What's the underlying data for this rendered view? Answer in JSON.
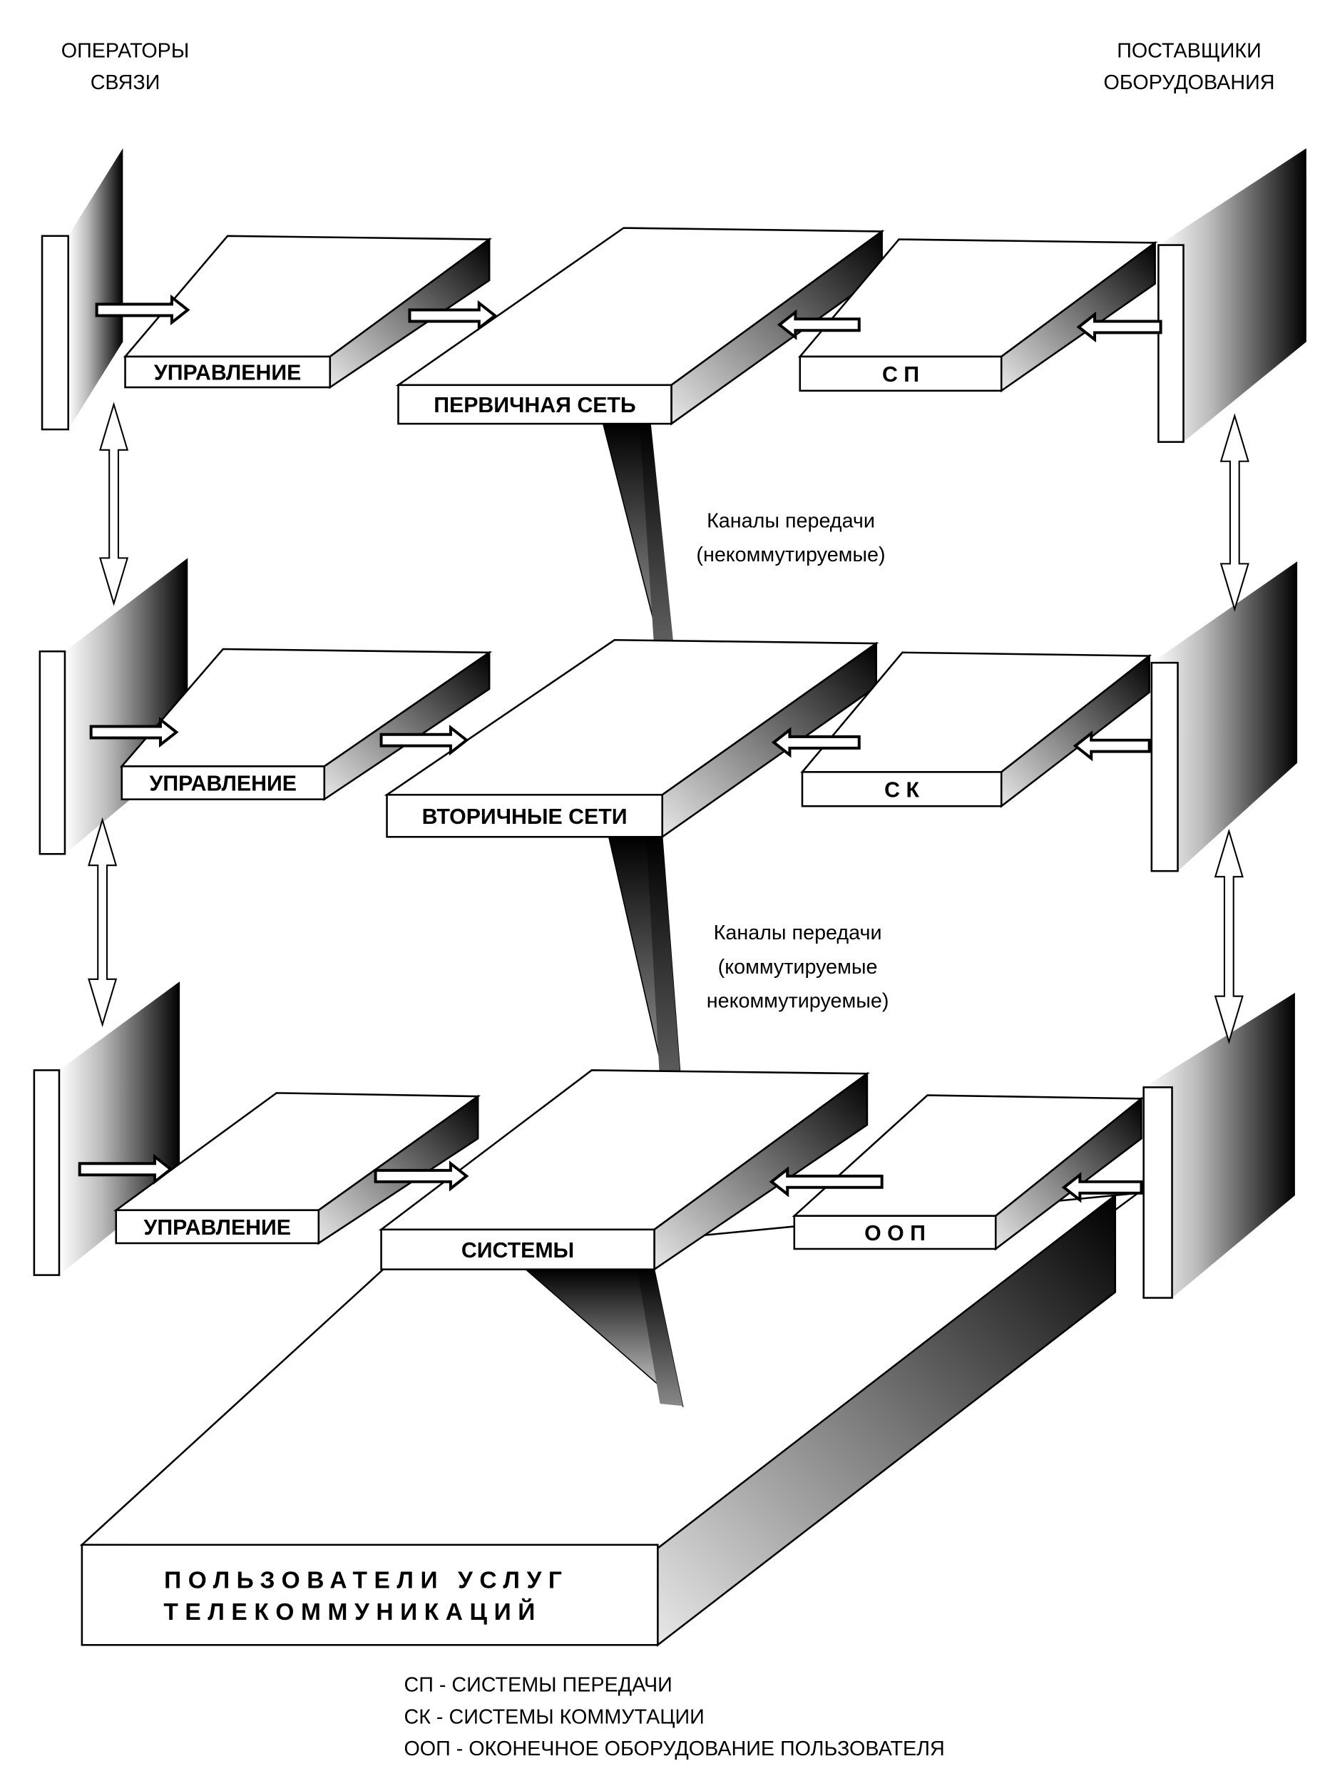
{
  "headers": {
    "left": [
      "ОПЕРАТОРЫ",
      "СВЯЗИ"
    ],
    "right": [
      "ПОСТАВЩИКИ",
      "ОБОРУДОВАНИЯ"
    ]
  },
  "levels": [
    {
      "left": "УПРАВЛЕНИЕ",
      "center": "ПЕРВИЧНАЯ СЕТЬ",
      "right": "С П"
    },
    {
      "left": "УПРАВЛЕНИЕ",
      "center": "ВТОРИЧНЫЕ СЕТИ",
      "right": "С К"
    },
    {
      "left": "УПРАВЛЕНИЕ",
      "center": "СИСТЕМЫ",
      "right": "О О П"
    }
  ],
  "channels": [
    [
      "Каналы передачи",
      "(некоммутируемые)"
    ],
    [
      "Каналы передачи",
      "(коммутируемые",
      "некоммутируемые)"
    ]
  ],
  "base": [
    "ПОЛЬЗОВАТЕЛИ УСЛУГ",
    "ТЕЛЕКОММУНИКАЦИЙ"
  ],
  "legend": [
    "СП - СИСТЕМЫ ПЕРЕДАЧИ",
    "СК - СИСТЕМЫ КОММУТАЦИИ",
    "ООП - ОКОНЕЧНОЕ ОБОРУДОВАНИЕ ПОЛЬЗОВАТЕЛЯ"
  ]
}
